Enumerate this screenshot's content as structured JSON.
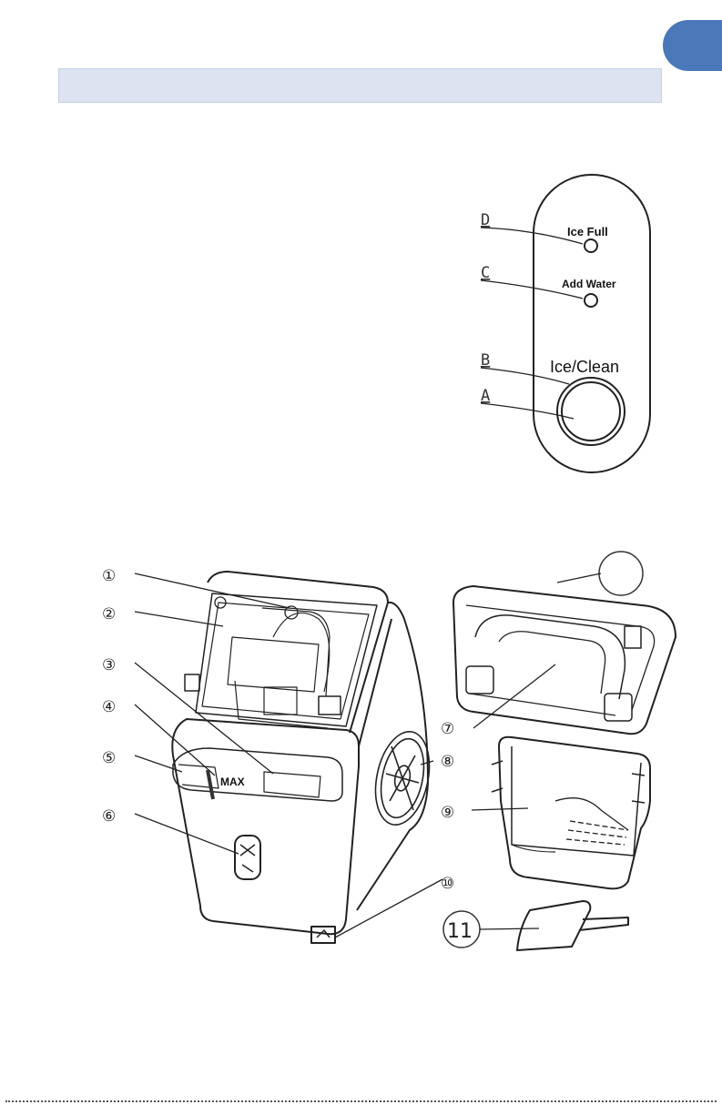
{
  "header": {
    "title": ""
  },
  "control_panel": {
    "labels": {
      "ice_full": "Ice  Full",
      "add_water": "Add  Water",
      "ice_clean": "Ice/Clean"
    },
    "callouts": [
      "D",
      "C",
      "B",
      "A"
    ]
  },
  "parts_diagram": {
    "callouts": [
      "①",
      "②",
      "③",
      "④",
      "⑤",
      "⑥",
      "⑦",
      "⑧",
      "⑨",
      "⑩",
      "11"
    ],
    "max_label": "MAX"
  },
  "colors": {
    "accent_tab": "#4a78b8",
    "header_bar": "#dde3f1"
  }
}
